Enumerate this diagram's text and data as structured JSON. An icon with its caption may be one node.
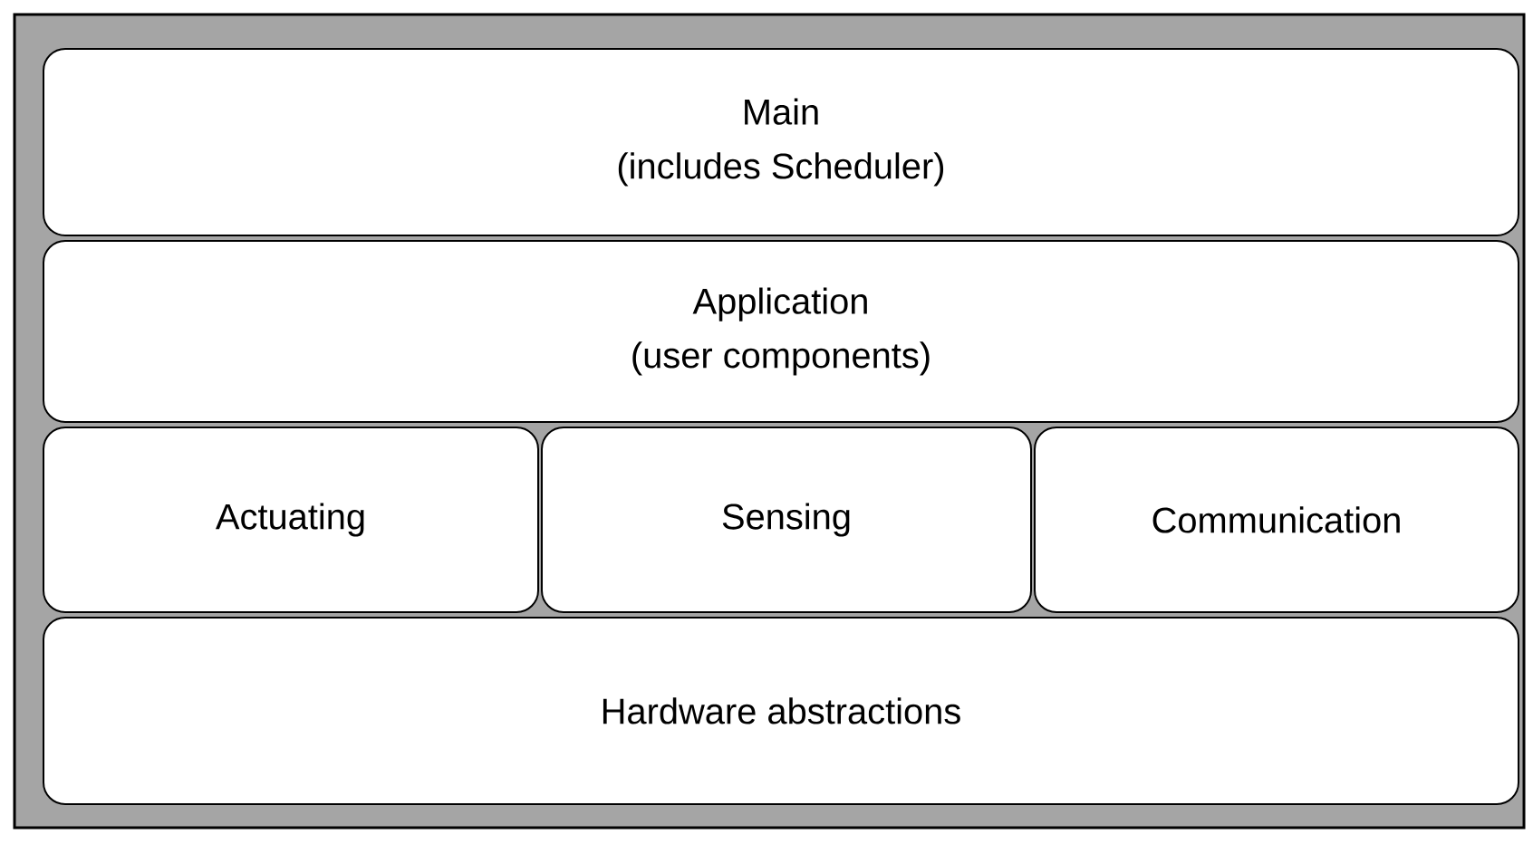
{
  "diagram": {
    "nodes": [
      {
        "text": [
          "Main",
          "(includes Scheduler)"
        ]
      },
      {
        "text": [
          "Application",
          "(user components)"
        ]
      },
      {
        "text": [
          "Actuating"
        ]
      },
      {
        "text": [
          "Sensing"
        ]
      },
      {
        "text": [
          "Communication"
        ]
      },
      {
        "text": [
          "Hardware abstractions"
        ]
      }
    ]
  }
}
